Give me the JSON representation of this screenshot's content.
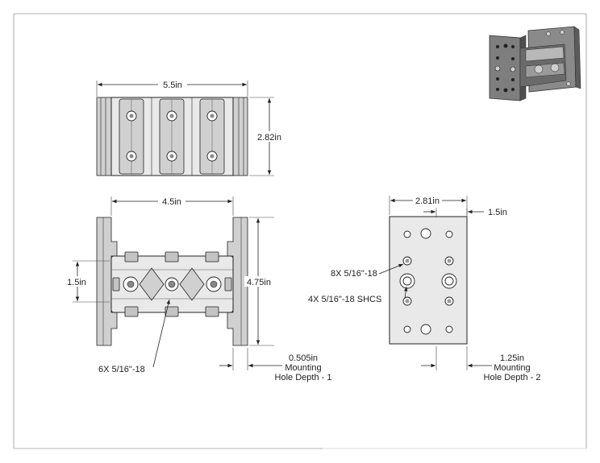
{
  "top_view": {
    "width_label": "5.5in",
    "height_label": "2.82in"
  },
  "front_view": {
    "width_label": "4.5in",
    "height_label": "4.75in",
    "center_gap_label": "1.5in",
    "tap_label": "6X 5/16\"-18",
    "mount_depth_value": "0.505in",
    "mount_depth_line1": "Mounting",
    "mount_depth_line2": "Hole Depth - 1"
  },
  "side_view": {
    "width_label": "2.81in",
    "offset_label": "1.5in",
    "tap_label": "8X 5/16\"-18",
    "shcs_label": "4X 5/16\"-18 SHCS",
    "mount_depth_value": "1.25in",
    "mount_depth_line1": "Mounting",
    "mount_depth_line2": "Hole Depth - 2"
  },
  "iso_view": {
    "name": "isometric-render"
  }
}
